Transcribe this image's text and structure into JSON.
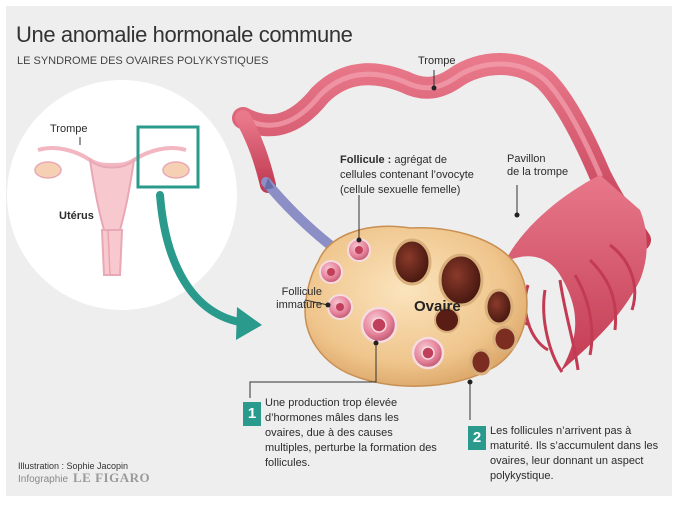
{
  "title": "Une anomalie hormonale commune",
  "subtitle": "LE SYNDROME DES OVAIRES POLYKYSTIQUES",
  "labels": {
    "trompe_top": "Trompe",
    "trompe_left": "Trompe",
    "uterus": "Utérus",
    "follicule_bold": "Follicule :",
    "follicule_rest": "agrégat de cellules contenant l’ovocyte (cellule sexuelle femelle)",
    "pavillon_line1": "Pavillon",
    "pavillon_line2": "de la trompe",
    "immature_line1": "Follicule",
    "immature_line2": "immature",
    "ovaire": "Ovaire"
  },
  "notes": [
    {
      "number": "1",
      "text": "Une production trop élevée d’hormones mâles dans les ovaires, due à des causes multiples, perturbe la formation des follicules."
    },
    {
      "number": "2",
      "text": "Les follicules n’arrivent pas à maturité. Ils s’accumulent dans les ovaires, leur donnant un aspect polykystique."
    }
  ],
  "credit": "Illustration : Sophie Jacopin",
  "infographie": "Infographie",
  "brand": "LE FIGARO",
  "colors": {
    "panel": "#eeeeee",
    "tube": "#d9546a",
    "ovary": "#f0c891",
    "accent": "#2a9a8d",
    "follicle": "#e37b93",
    "cyst": "#5a1d15"
  }
}
